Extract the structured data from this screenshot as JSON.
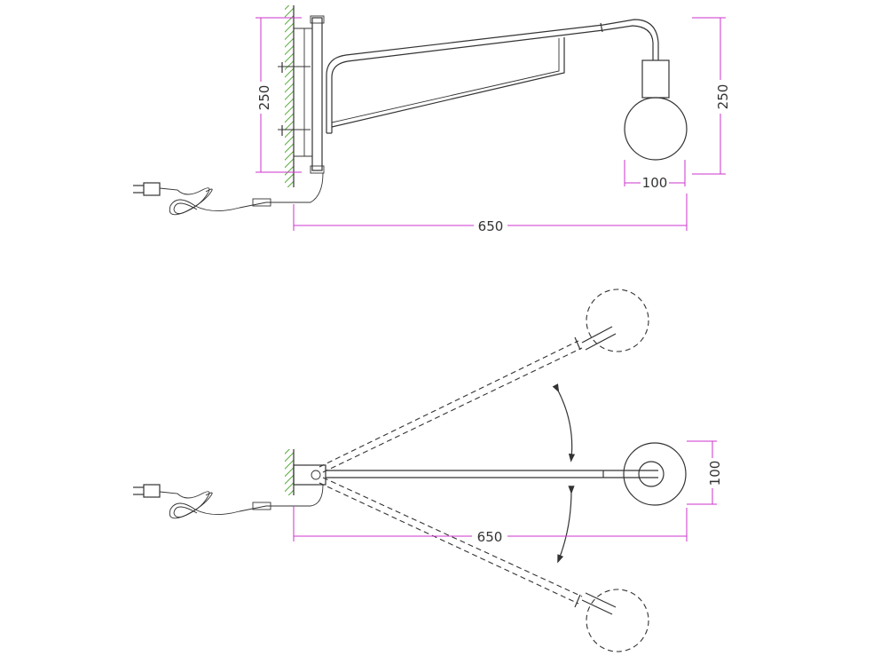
{
  "colors": {
    "dimension_line": "#cc33cc",
    "wall_hatch": "#5aaa3c",
    "ink": "#333333",
    "background": "#ffffff"
  },
  "side_view": {
    "dim_left_height": "250",
    "dim_right_height": "250",
    "dim_bulb_width": "100",
    "dim_total_length": "650"
  },
  "top_view": {
    "dim_bulb_width": "100",
    "dim_total_length": "650"
  },
  "icons": [
    "wall-hatch-icon",
    "plug-icon",
    "bulb-icon",
    "rotation-arrow-icon"
  ]
}
